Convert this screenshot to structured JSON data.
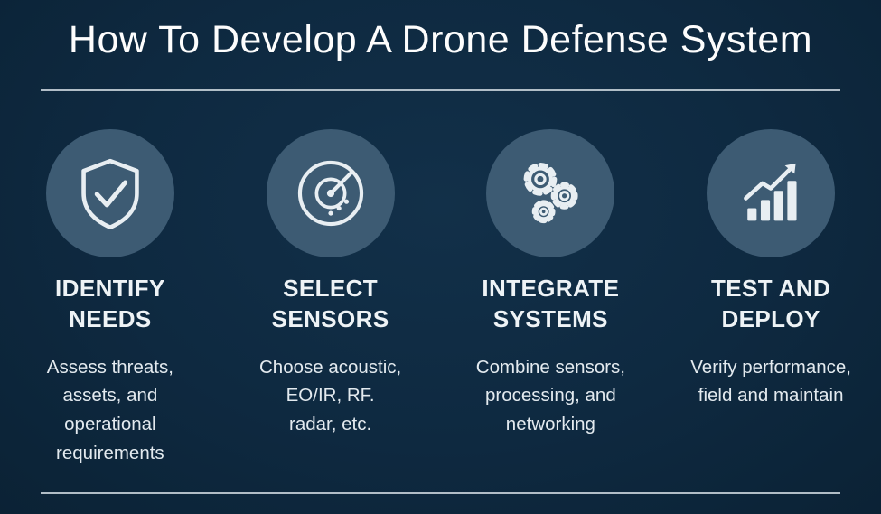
{
  "title": "How To Develop A Drone Defense System",
  "colors": {
    "background": "#0e2940",
    "circle_fill": "#3d5b73",
    "divider": "#c3ced6",
    "title_text": "#fdfdfd",
    "heading_text": "#eef3f6",
    "body_text": "#e3eaef",
    "icon_stroke": "#e8eef2"
  },
  "steps": [
    {
      "icon": "shield-check-icon",
      "heading": "IDENTIFY\nNEEDS",
      "description": "Assess threats,\nassets, and\noperational\nrequirements"
    },
    {
      "icon": "radar-icon",
      "heading": "SELECT\nSENSORS",
      "description": "Choose acoustic,\nEO/IR, RF.\nradar, etc."
    },
    {
      "icon": "gears-icon",
      "heading": "INTEGRATE\nSYSTEMS",
      "description": "Combine sensors,\nprocessing, and\nnetworking"
    },
    {
      "icon": "bar-chart-arrow-icon",
      "heading": "TEST AND\nDEPLOY",
      "description": "Verify performance,\nfield and maintain"
    }
  ]
}
